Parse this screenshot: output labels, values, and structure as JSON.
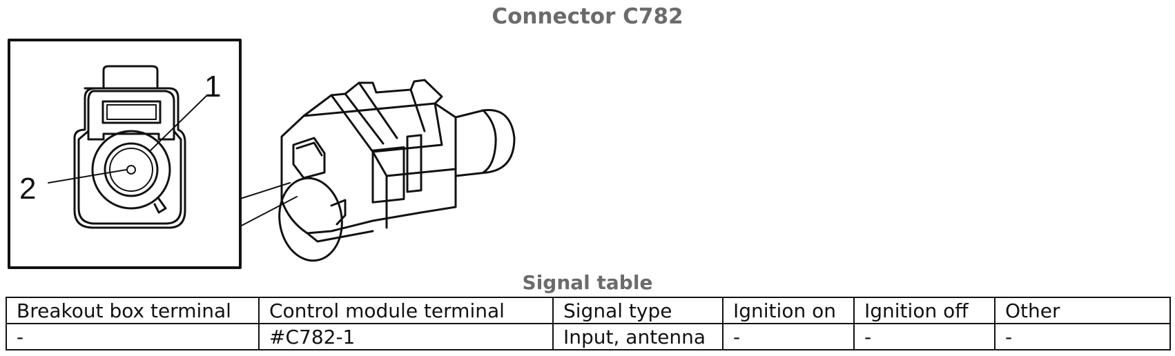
{
  "document": {
    "title": "Connector C782",
    "section_title": "Signal table",
    "figure": {
      "pin_labels": [
        "1",
        "2"
      ]
    },
    "table": {
      "columns": [
        "Breakout box terminal",
        "Control module terminal",
        "Signal type",
        "Ignition on",
        "Ignition off",
        "Other"
      ],
      "rows": [
        [
          "-",
          "#C782-1",
          "Input, antenna",
          "-",
          "-",
          "-"
        ]
      ]
    }
  }
}
